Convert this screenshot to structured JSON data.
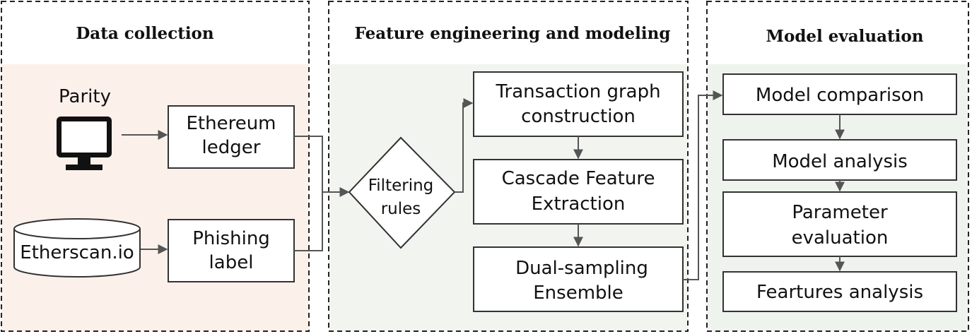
{
  "panels": {
    "collection": {
      "title": "Data collection",
      "fill": "#fbf1ea"
    },
    "engineering": {
      "title": "Feature engineering and modeling",
      "fill": "#f2f4f0"
    },
    "evaluation": {
      "title": "Model evaluation",
      "fill": "#eef3ee"
    }
  },
  "collection": {
    "parity_label": "Parity",
    "etherscan_label": "Etherscan.io",
    "ethereum_ledger": [
      "Ethereum",
      "ledger"
    ],
    "phishing_label": [
      "Phishing",
      "label"
    ]
  },
  "engineering": {
    "filtering_rules": [
      "Filtering",
      "rules"
    ],
    "transaction_graph": [
      "Transaction graph",
      "construction"
    ],
    "cascade_feature": [
      "Cascade Feature",
      "Extraction"
    ],
    "dual_sampling": [
      "Dual-sampling",
      "Ensemble"
    ]
  },
  "evaluation": {
    "model_comparison": "Model comparison",
    "model_analysis": "Model analysis",
    "parameter_evaluation": [
      "Parameter",
      "evaluation"
    ],
    "features_analysis": "Feartures analysis"
  },
  "icons": {
    "computer": "computer-icon",
    "database": "database-icon"
  },
  "colors": {
    "arrow": "#555555",
    "box_stroke": "#333333",
    "dark": "#111111"
  }
}
